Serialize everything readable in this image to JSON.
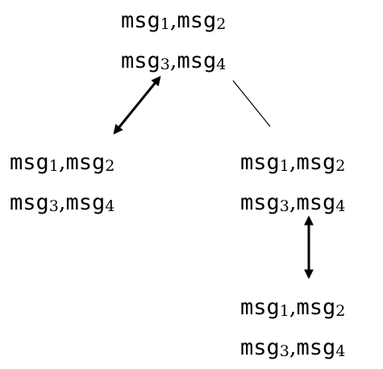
{
  "nodes": {
    "top": {
      "row1": [
        {
          "text": "msg",
          "sub": "1"
        },
        {
          "text": "msg",
          "sub": "2"
        }
      ],
      "row2": [
        {
          "text": "msg",
          "sub": "3"
        },
        {
          "text": "msg",
          "sub": "4"
        }
      ]
    },
    "left": {
      "row1": [
        {
          "text": "msg",
          "sub": "1"
        },
        {
          "text": "msg",
          "sub": "2"
        }
      ],
      "row2": [
        {
          "text": "msg",
          "sub": "3"
        },
        {
          "text": "msg",
          "sub": "4"
        }
      ]
    },
    "right": {
      "row1": [
        {
          "text": "msg",
          "sub": "1"
        },
        {
          "text": "msg",
          "sub": "2"
        }
      ],
      "row2": [
        {
          "text": "msg",
          "sub": "3"
        },
        {
          "text": "msg",
          "sub": "4"
        }
      ]
    },
    "bottom": {
      "row1": [
        {
          "text": "msg",
          "sub": "1"
        },
        {
          "text": "msg",
          "sub": "2"
        }
      ],
      "row2": [
        {
          "text": "msg",
          "sub": "3"
        },
        {
          "text": "msg",
          "sub": "4"
        }
      ]
    }
  },
  "separator": ",",
  "edges": [
    {
      "from": "top",
      "to": "left",
      "style": "double-arrow"
    },
    {
      "from": "top",
      "to": "right",
      "style": "plain-line"
    },
    {
      "from": "right",
      "to": "bottom",
      "style": "double-arrow"
    }
  ]
}
